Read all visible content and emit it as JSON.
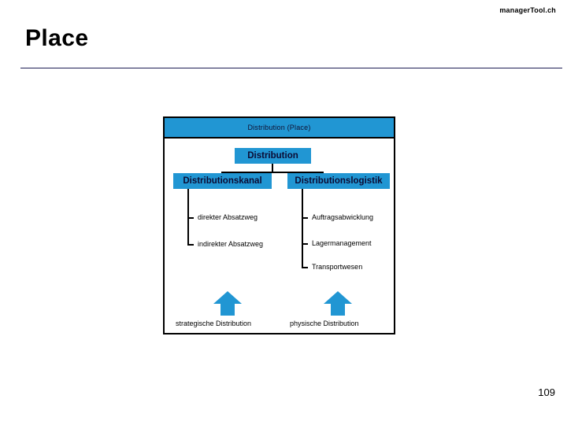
{
  "slide": {
    "brand": "managerTool.ch",
    "title": "Place",
    "page_number": "109"
  },
  "colors": {
    "accent_blue": "#2196d3",
    "rule_navy": "#1f1f55",
    "outline_black": "#000000",
    "text_dark": "#0b0b33"
  },
  "diagram": {
    "header": "Distribution (Place)",
    "root": {
      "label": "Distribution"
    },
    "branches": [
      {
        "label": "Distributionskanal",
        "leaves": [
          "direkter Absatzweg",
          "indirekter Absatzweg"
        ],
        "caption": "strategische Distribution",
        "arrow_icon": "arrow-up-icon"
      },
      {
        "label": "Distributionslogistik",
        "leaves": [
          "Auftragsabwicklung",
          "Lagermanagement",
          "Transportwesen"
        ],
        "caption": "physische Distribution",
        "arrow_icon": "arrow-up-icon"
      }
    ]
  }
}
